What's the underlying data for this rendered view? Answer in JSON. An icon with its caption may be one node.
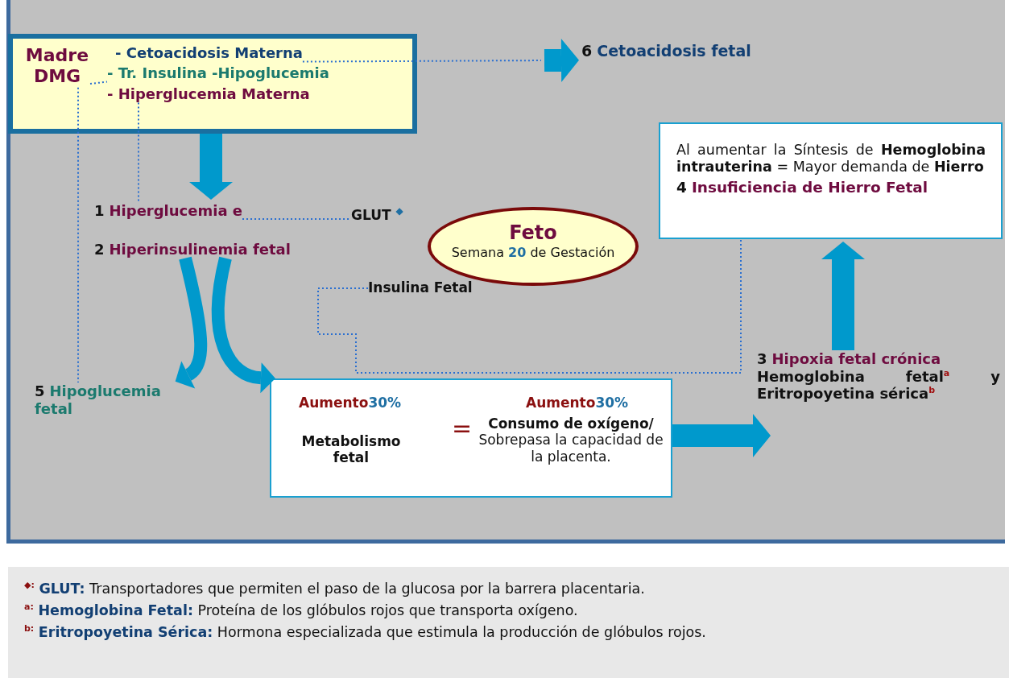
{
  "diagram": {
    "nodes": [
      {
        "text": [],
        "shape": "box"
      },
      {
        "text": [
          "Madre DMG"
        ],
        "in": 0
      },
      {
        "text": [
          "- Cetoacidosis Materna"
        ],
        "in": 0
      },
      {
        "text": [
          "- Tr. Insulina -Hipoglucemia"
        ],
        "in": 0
      },
      {
        "text": [
          "- Hiperglucemia Materna"
        ],
        "in": 0
      },
      {
        "text": [
          "6",
          "Cetoacidosis fetal"
        ]
      },
      {
        "text": [
          "1",
          "Hiperglucemia e"
        ]
      },
      {
        "text": [
          "2",
          "Hiperinsulinemia fetal"
        ]
      },
      {
        "text": [
          "GLUT $^{◆}$"
        ]
      },
      {
        "text": [
          "Feto",
          "Semana **20** de Gestación"
        ]
      },
      {
        "text": [
          "Insulina Fetal"
        ]
      },
      {
        "text": [
          "5",
          "Hipoglucemia fetal"
        ]
      },
      {
        "text": [
          "Aumento**30%**",
          "Metabolismo fetal",
          "=",
          "Aumento**30%**",
          "**Consumo de oxígeno/** Sobrepasa la capacidad de la placenta."
        ]
      },
      {
        "text": [
          "3",
          "Hipoxia fetal crónica",
          "Hemoglobina fetal$^{a}$ y Eritropoyetina sérica$^{b}$"
        ]
      },
      {
        "text": [
          "Al aumentar la Síntesis de **Hemoglobina intrauterina** = Mayor demanda de **Hierro**",
          "4",
          "Insuficiencia de Hierro Fetal"
        ]
      }
    ],
    "edges": [
      {
        "from": 1,
        "to": 3,
        "arrow": "none",
        "style": "dashed"
      },
      {
        "from": 2,
        "to": 5,
        "arrow": "to",
        "style": "dashed"
      },
      {
        "from": 4,
        "to": 6,
        "arrow": "none",
        "style": "dashed"
      },
      {
        "from": 0,
        "to": 6,
        "arrow": "to",
        "style": "thick",
        "color": "#0099cc"
      },
      {
        "from": 6,
        "to": 8,
        "arrow": "none",
        "style": "dashed"
      },
      {
        "from": 1,
        "to": 11,
        "arrow": "none",
        "style": "dashed"
      },
      {
        "from": 7,
        "to": 11,
        "arrow": "to",
        "style": "thick",
        "color": "#0099cc"
      },
      {
        "from": 7,
        "to": 12,
        "arrow": "to",
        "style": "thick",
        "color": "#0099cc"
      },
      {
        "from": 10,
        "to": 14,
        "arrow": "none",
        "style": "dashed"
      },
      {
        "from": 12,
        "to": 13,
        "arrow": "to",
        "style": "thick",
        "color": "#0099cc"
      },
      {
        "from": 13,
        "to": 14,
        "arrow": "to",
        "style": "thick",
        "color": "#0099cc"
      }
    ],
    "labels": [
      "$^{◆:}$ **GLUT:** Transportadores que permiten el paso de la glucosa por la barrera placentaria.",
      "$^{a:}$ **Hemoglobina Fetal:** Proteína de los glóbulos rojos que transporta oxígeno.",
      "$^{b:}$ **Eritropoyetina Sérica:** Hormona especializada que estimula la producción de glóbulos rojos."
    ]
  }
}
